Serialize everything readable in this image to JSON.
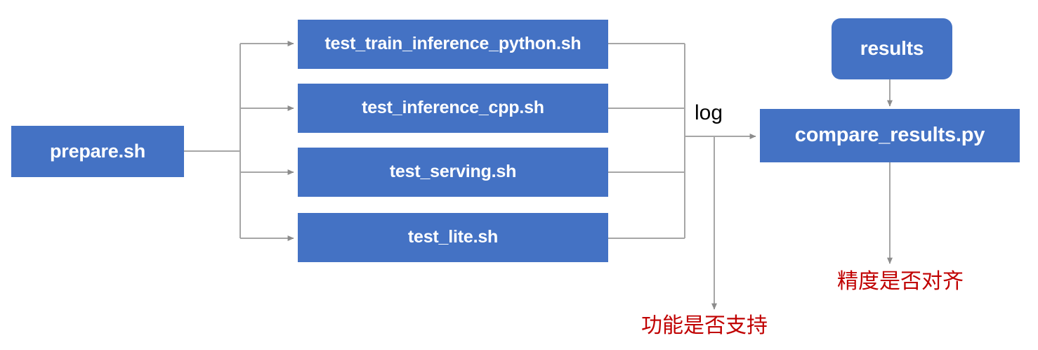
{
  "diagram": {
    "title": "PaddlePaddle TIPC test pipeline",
    "colors": {
      "node_fill": "#4472C4",
      "node_text": "#FFFFFF",
      "connector": "#A6A6A6",
      "annotation_red": "#C00000",
      "edge_label": "#000000",
      "background": "#FFFFFF"
    },
    "nodes": {
      "prepare": "prepare.sh",
      "test_train_inference_python": "test_train_inference_python.sh",
      "test_inference_cpp": "test_inference_cpp.sh",
      "test_serving": "test_serving.sh",
      "test_lite": "test_lite.sh",
      "results": "results",
      "compare_results": "compare_results.py"
    },
    "edge_labels": {
      "log": "log"
    },
    "annotations": {
      "function_supported": "功能是否支持",
      "precision_aligned": "精度是否对齐"
    }
  }
}
